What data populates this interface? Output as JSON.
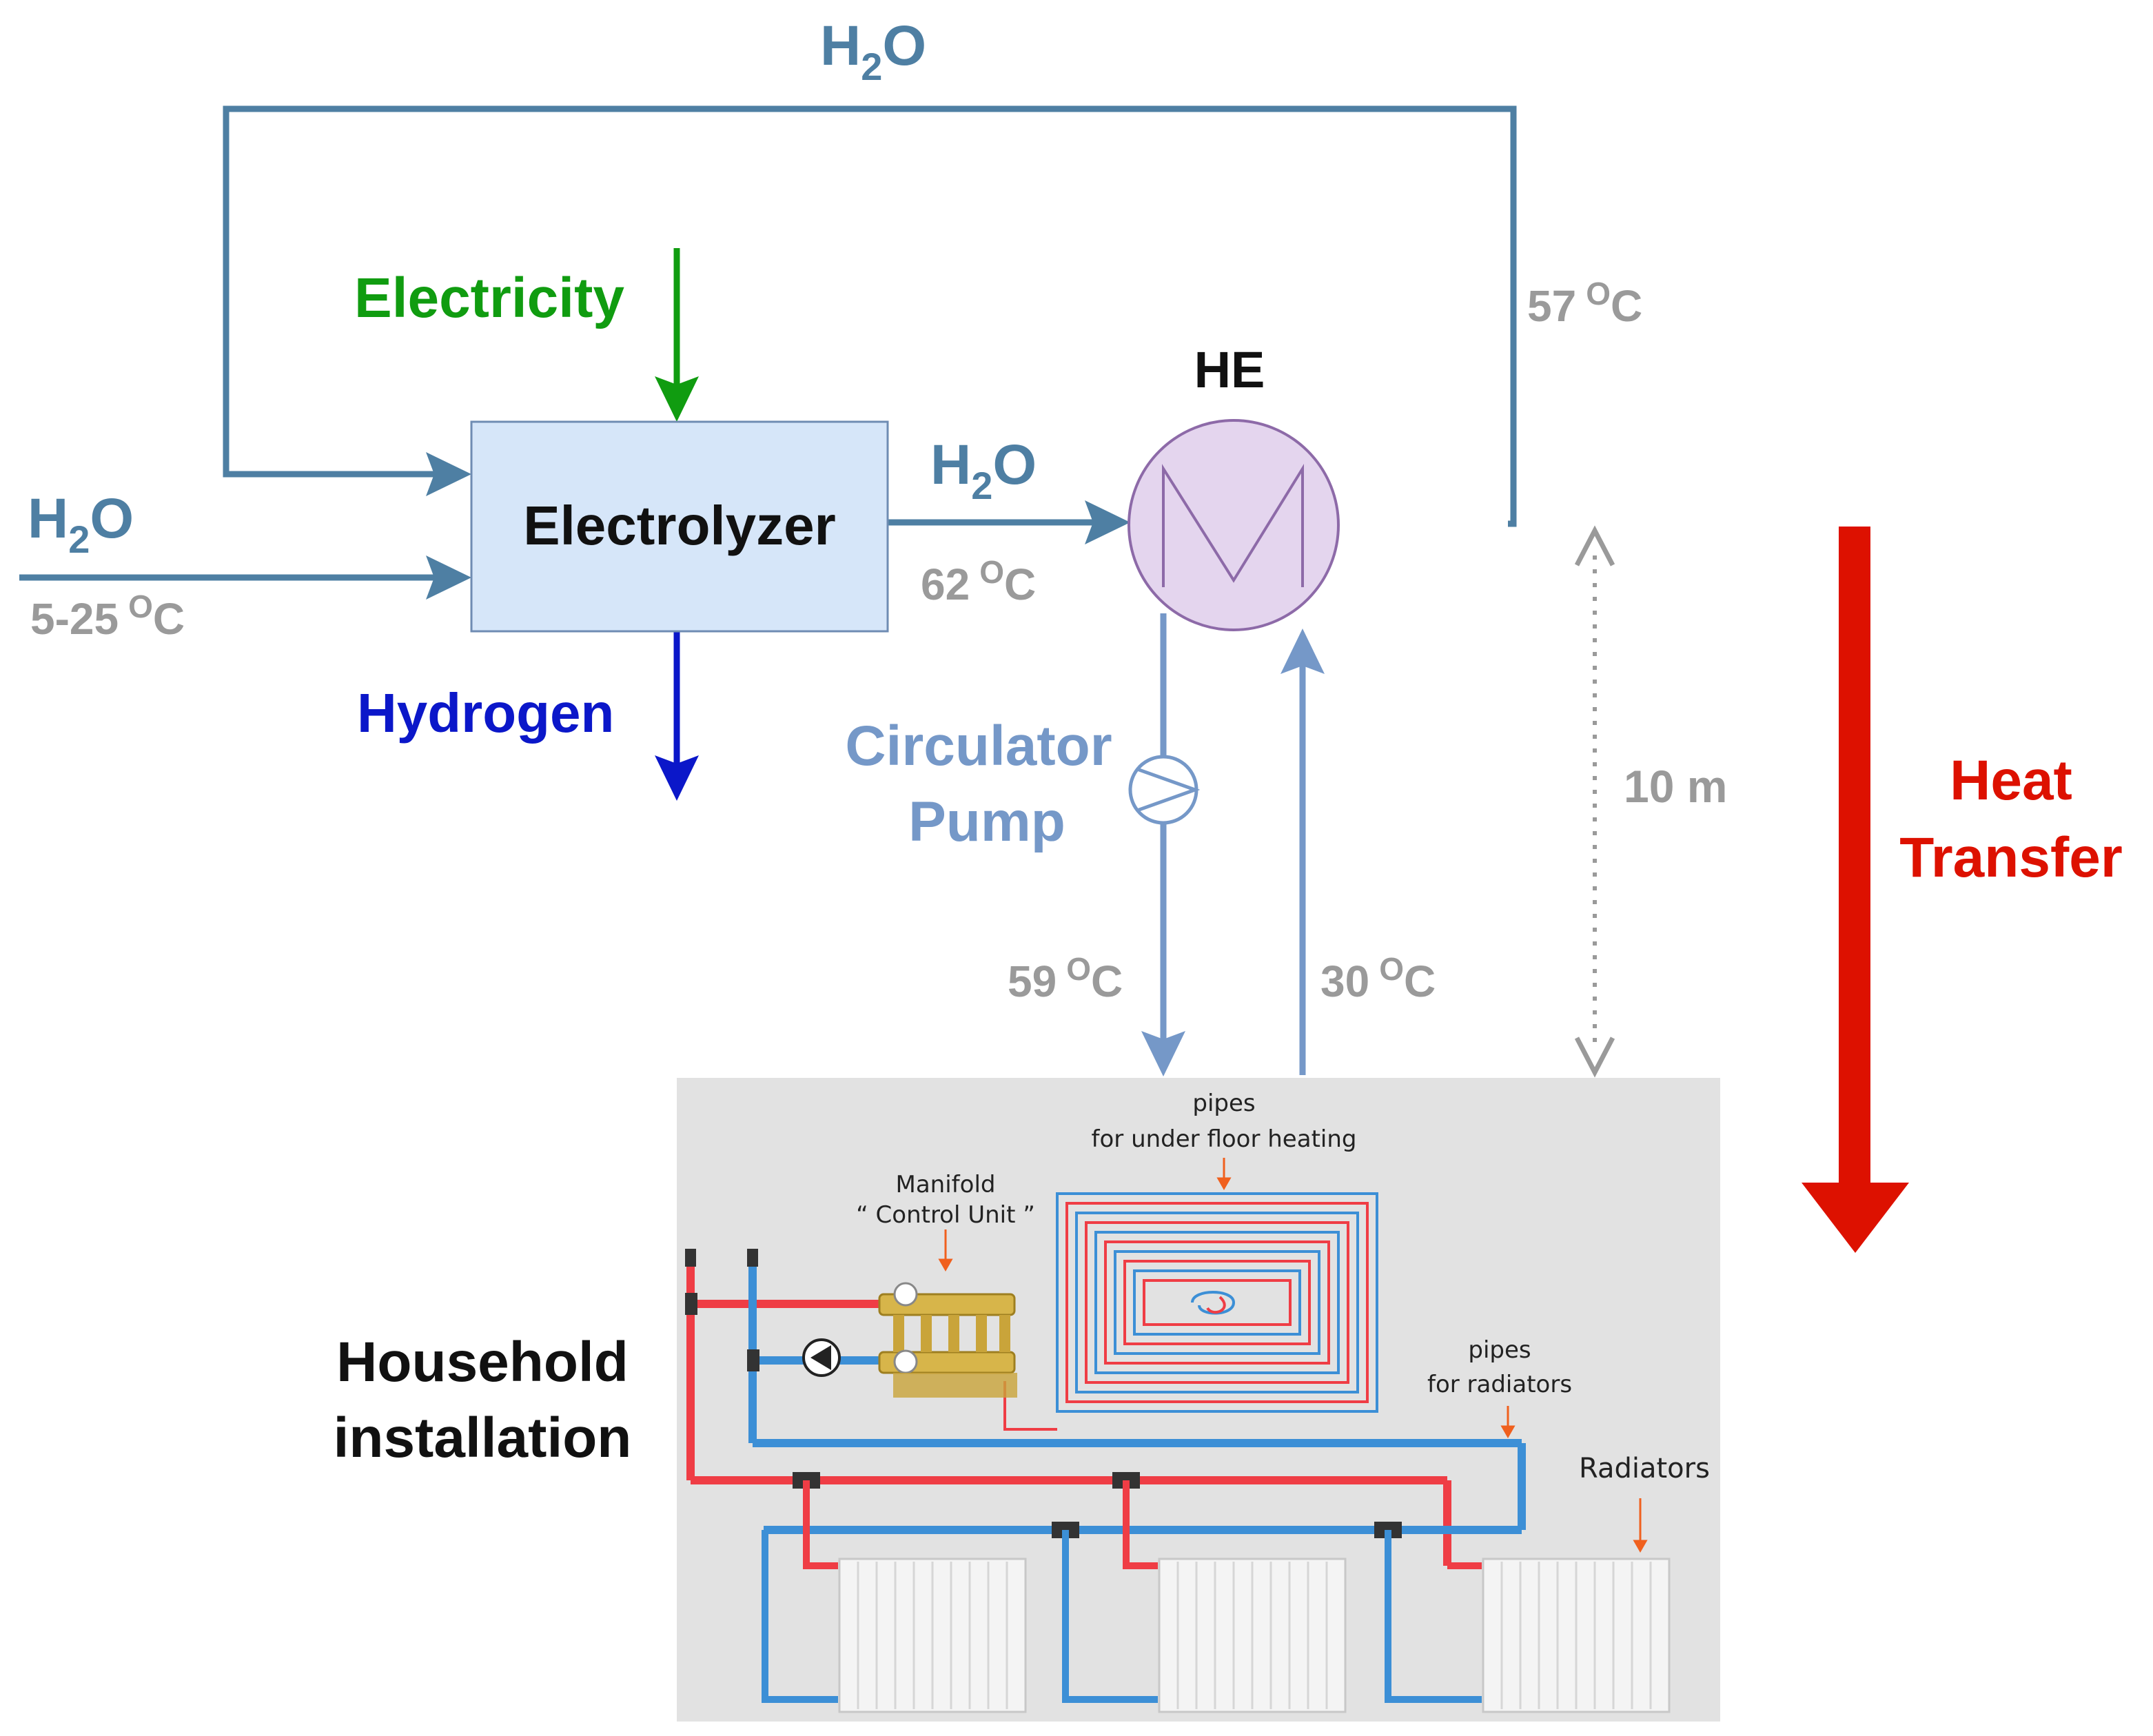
{
  "colors": {
    "water": "#4e7fa3",
    "loop": "#7598c8",
    "electricity": "#109c10",
    "hydrogen": "#0b17c9",
    "heat": "#dd1100",
    "temp": "#9a9a9a",
    "electrolyzer_fill": "#d6e6f9",
    "he_fill": "#e4d5ee",
    "he_stroke": "#8d6aa8",
    "house_bg": "#e2e2e2",
    "pipe_hot": "#ef3d45",
    "pipe_cold": "#3c8fd6",
    "callout": "#f0601e"
  },
  "labels": {
    "h2o_top": "H",
    "h2o_top_sub": "2",
    "h2o_top_end": "O",
    "h2o_left": "H",
    "h2o_left_sub": "2",
    "h2o_left_end": "O",
    "h2o_mid": "H",
    "h2o_mid_sub": "2",
    "h2o_mid_end": "O",
    "inlet_temp": "5-25",
    "inlet_temp_sup": "O",
    "inlet_temp_unit": "C",
    "electricity": "Electricity",
    "electrolyzer": "Electrolyzer",
    "hydrogen": "Hydrogen",
    "he": "HE",
    "temp_62": "62",
    "temp_57": "57",
    "temp_59": "59",
    "temp_30": "30",
    "deg_sup": "O",
    "deg_unit": "C",
    "circulator_line1": "Circulator",
    "circulator_line2": "Pump",
    "distance": "10 m",
    "heat_line1": "Heat",
    "heat_line2": "Transfer",
    "household_line1": "Household",
    "household_line2": "installation",
    "ufh_line1": "pipes",
    "ufh_line2": "for under floor heating",
    "manifold_line1": "Manifold",
    "manifold_line2": "“ Control Unit ”",
    "rad_pipes_line1": "pipes",
    "rad_pipes_line2": "for radiators",
    "radiators": "Radiators"
  }
}
